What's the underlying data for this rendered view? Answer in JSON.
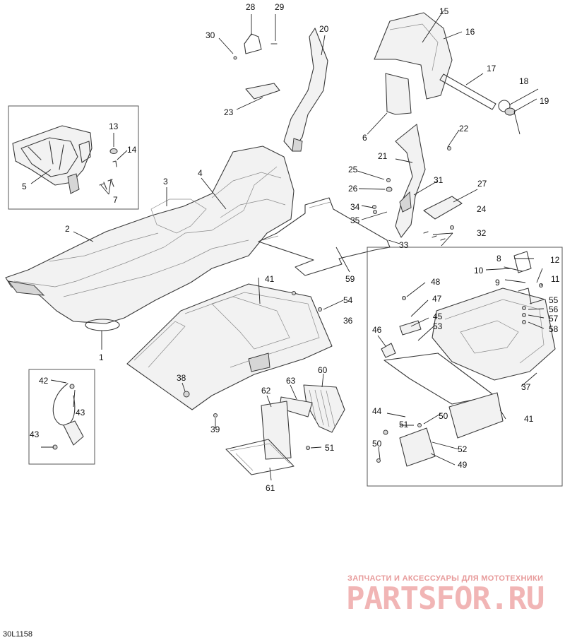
{
  "figure_code": "30L1158",
  "watermark": {
    "tagline": "ЗАПЧАСТИ И АКСЕССУАРЫ ДЛЯ МОТОТЕХНИКИ",
    "logo": "PARTSFOR.RU"
  },
  "callouts": {
    "c1": "1",
    "c2": "2",
    "c3": "3",
    "c4": "4",
    "c5": "5",
    "c6": "6",
    "c7": "7",
    "c8": "8",
    "c9": "9",
    "c10": "10",
    "c11": "11",
    "c12": "12",
    "c13": "13",
    "c14": "14",
    "c15": "15",
    "c16": "16",
    "c17": "17",
    "c18": "18",
    "c19": "19",
    "c20": "20",
    "c21": "21",
    "c22": "22",
    "c23": "23",
    "c24": "24",
    "c25": "25",
    "c26": "26",
    "c27": "27",
    "c28": "28",
    "c29": "29",
    "c30": "30",
    "c31": "31",
    "c32": "32",
    "c33": "33",
    "c34": "34",
    "c35": "35",
    "c36": "36",
    "c37": "37",
    "c38": "38",
    "c39": "39",
    "c41a": "41",
    "c41b": "41",
    "c42": "42",
    "c43a": "43",
    "c43b": "43",
    "c44": "44",
    "c45": "45",
    "c46": "46",
    "c47": "47",
    "c48": "48",
    "c49": "49",
    "c50a": "50",
    "c50b": "50",
    "c51a": "51",
    "c51b": "51",
    "c52": "52",
    "c53": "53",
    "c54": "54",
    "c55": "55",
    "c56": "56",
    "c57": "57",
    "c58": "58",
    "c59": "59",
    "c60": "60",
    "c61": "61",
    "c62": "62",
    "c63": "63"
  }
}
